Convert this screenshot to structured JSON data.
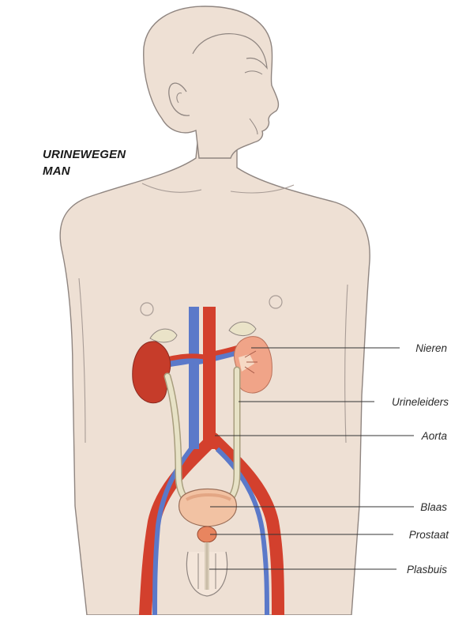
{
  "title": {
    "line1": "URINEWEGEN",
    "line2": "MAN"
  },
  "labels": {
    "nieren": "Nieren",
    "urineleiders": "Urineleiders",
    "aorta": "Aorta",
    "blaas": "Blaas",
    "prostaat": "Prostaat",
    "plasbuis": "Plasbuis"
  },
  "colors": {
    "skin": "#eee0d4",
    "skin_outline": "#8f8580",
    "kidney_left": "#c63c2a",
    "kidney_right": "#f0a488",
    "artery": "#d3402d",
    "vein": "#5b79c9",
    "ureter": "#e7e2c6",
    "bladder": "#f2c2a3",
    "prostate": "#e8855f",
    "leader_line": "#333333"
  }
}
